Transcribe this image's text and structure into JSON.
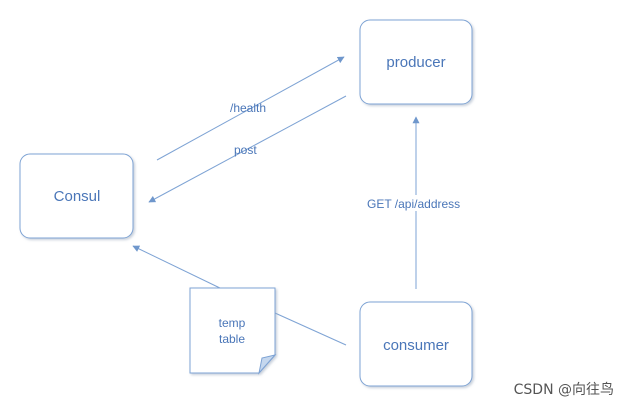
{
  "nodes": {
    "producer": "producer",
    "consul": "Consul",
    "consumer": "consumer"
  },
  "note": {
    "line1": "temp",
    "line2": "table"
  },
  "edges": {
    "health": "/health",
    "post": "post",
    "get_api": "GET /api/address"
  },
  "watermark": "CSDN @向往鸟",
  "colors": {
    "stroke": "#7ea3d4",
    "text": "#4a76b8",
    "node_fill": "#ffffff",
    "note_fill": "#ffffff",
    "note_fold": "#c5d7ee"
  }
}
